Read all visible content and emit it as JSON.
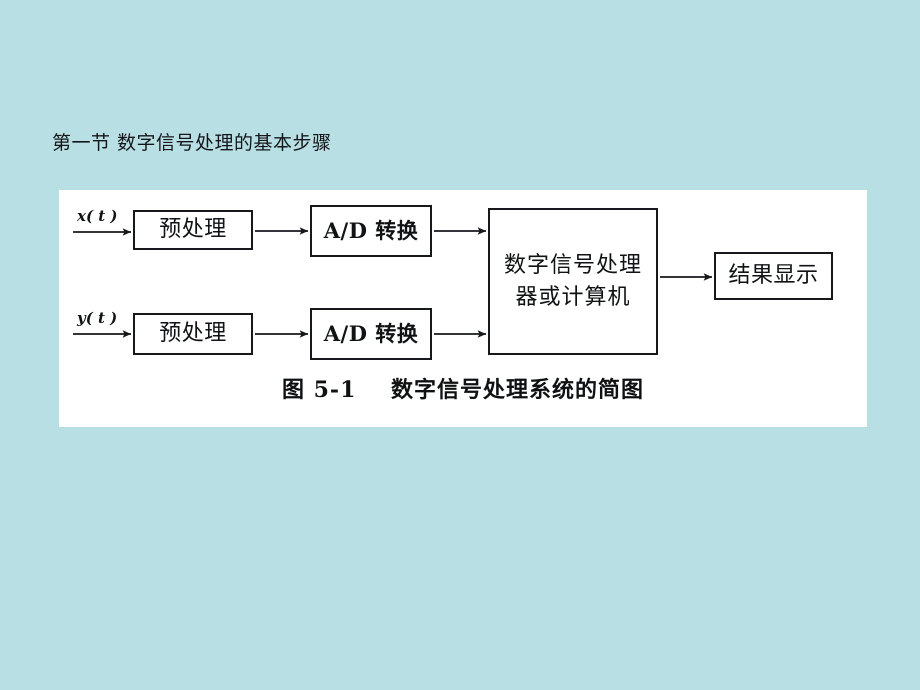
{
  "slide": {
    "background_color": "#b8dfe3",
    "title": "第一节  数字信号处理的基本步骤"
  },
  "figure": {
    "panel_color": "#ffffff",
    "caption": "图 5-1    数字信号处理系统的简图",
    "caption_number": "图 5-1",
    "caption_text": "数字信号处理系统的简图",
    "line_color": "#16181b"
  },
  "diagram": {
    "type": "block-flow-diagram",
    "signals": [
      {
        "id": "x",
        "label": "x( t )",
        "row": "top"
      },
      {
        "id": "y",
        "label": "y( t )",
        "row": "bottom"
      }
    ],
    "blocks": [
      {
        "id": "pre-top",
        "label": "预处理",
        "row": "top"
      },
      {
        "id": "adc-top",
        "label": "A/D 转换",
        "row": "top"
      },
      {
        "id": "pre-bottom",
        "label": "预处理",
        "row": "bottom"
      },
      {
        "id": "adc-bottom",
        "label": "A/D 转换",
        "row": "bottom"
      },
      {
        "id": "processor",
        "label": "数字信号处理\n器或计算机",
        "row": "center"
      },
      {
        "id": "display",
        "label": "结果显示",
        "row": "center"
      }
    ],
    "connections": [
      {
        "from": "x",
        "to": "pre-top"
      },
      {
        "from": "pre-top",
        "to": "adc-top"
      },
      {
        "from": "adc-top",
        "to": "processor"
      },
      {
        "from": "y",
        "to": "pre-bottom"
      },
      {
        "from": "pre-bottom",
        "to": "adc-bottom"
      },
      {
        "from": "adc-bottom",
        "to": "processor"
      },
      {
        "from": "processor",
        "to": "display"
      }
    ]
  }
}
